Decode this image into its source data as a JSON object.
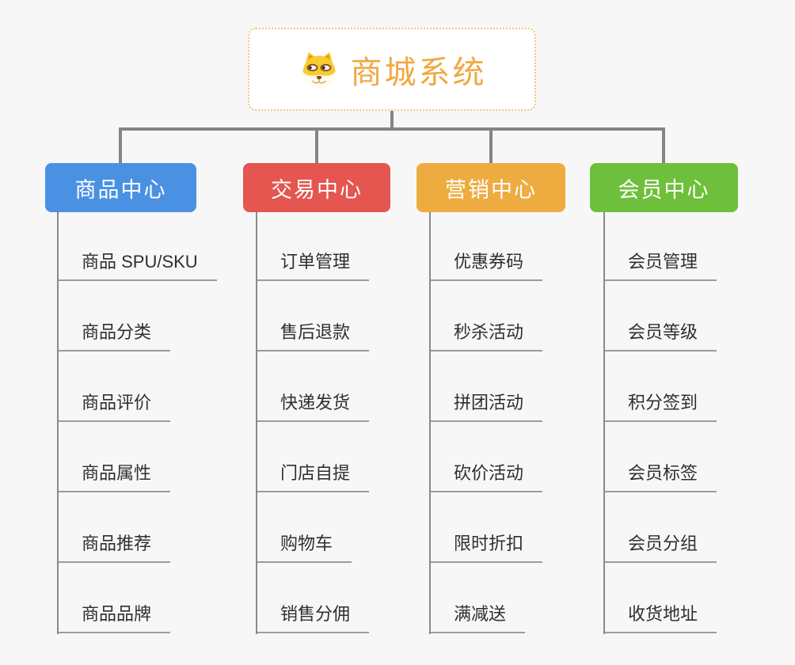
{
  "root": {
    "title": "商城系统",
    "icon": "dog-face-icon"
  },
  "branches": [
    {
      "label": "商品中心",
      "color": "#4A91E4",
      "items": [
        "商品 SPU/SKU",
        "商品分类",
        "商品评价",
        "商品属性",
        "商品推荐",
        "商品品牌"
      ]
    },
    {
      "label": "交易中心",
      "color": "#E4564F",
      "items": [
        "订单管理",
        "售后退款",
        "快递发货",
        "门店自提",
        "购物车",
        "销售分佣"
      ]
    },
    {
      "label": "营销中心",
      "color": "#EEAC40",
      "items": [
        "优惠券码",
        "秒杀活动",
        "拼团活动",
        "砍价活动",
        "限时折扣",
        "满减送"
      ]
    },
    {
      "label": "会员中心",
      "color": "#6EC03C",
      "items": [
        "会员管理",
        "会员等级",
        "积分签到",
        "会员标签",
        "会员分组",
        "收货地址"
      ]
    }
  ],
  "theme": {
    "background": "#F7F7F7",
    "root_border": "#F2C47C",
    "root_text": "#F0A843",
    "connector": "#858585",
    "branch_text": "#FFFFFF",
    "leaf_text": "#2F2F2F",
    "leaf_underline": "#9C9C9C"
  }
}
